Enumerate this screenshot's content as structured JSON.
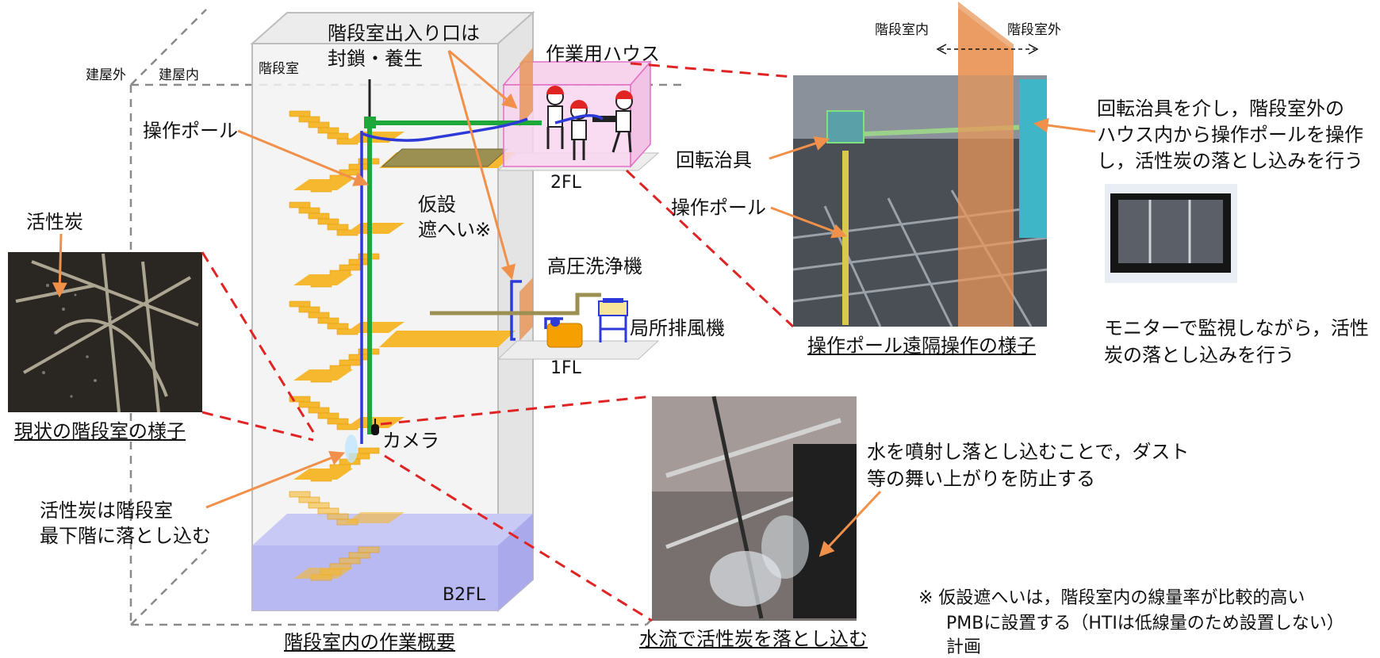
{
  "colors": {
    "stair": "#f5b82e",
    "arrow": "#f0904a",
    "red_dash": "#e02424",
    "pole_green": "#1fa83a",
    "hose_blue": "#2d3ad8",
    "shield": "#e8975a",
    "house": "#f5c6e6",
    "water": "#b5b5f2"
  },
  "diagram": {
    "outside_label": "建屋外",
    "inside_label": "建屋内",
    "stairwell_label": "階段室",
    "entrance_note_line1": "階段室出入り口は",
    "entrance_note_line2": "封鎖・養生",
    "work_house_label": "作業用ハウス",
    "pole_label": "操作ポール",
    "shield_line1": "仮設",
    "shield_line2": "遮へい※",
    "fl2_label": "2FL",
    "fl1_label": "1FL",
    "b2fl_label": "B2FL",
    "washer_label": "高圧洗浄機",
    "exhaust_label": "局所排風機",
    "camera_label": "カメラ",
    "carbon_label": "活性炭",
    "carbon_drop_line1": "活性炭は階段室",
    "carbon_drop_line2": "最下階に落とし込む",
    "caption": "階段室内の作業概要"
  },
  "photo_left": {
    "caption": "現状の階段室の様子"
  },
  "photo_pole": {
    "inside": "階段室内",
    "outside": "階段室外",
    "jig_label": "回転治具",
    "pole_label": "操作ポール",
    "caption": "操作ポール遠隔操作の様子",
    "note_line1": "回転治具を介し，階段室外の",
    "note_line2": "ハウス内から操作ポールを操作",
    "note_line3": "し，活性炭の落とし込みを行う"
  },
  "monitor": {
    "note_line1": "モニターで監視しながら，活性",
    "note_line2": "炭の落とし込みを行う"
  },
  "photo_water": {
    "caption": "水流で活性炭を落とし込む",
    "note_line1": "水を噴射し落とし込むことで，ダスト",
    "note_line2": "等の舞い上がりを防止する"
  },
  "footnote": {
    "line1": "※ 仮設遮へいは，階段室内の線量率が比較的高い",
    "line2": "PMBに設置する（HTIは低線量のため設置しない）",
    "line3": "計画"
  }
}
